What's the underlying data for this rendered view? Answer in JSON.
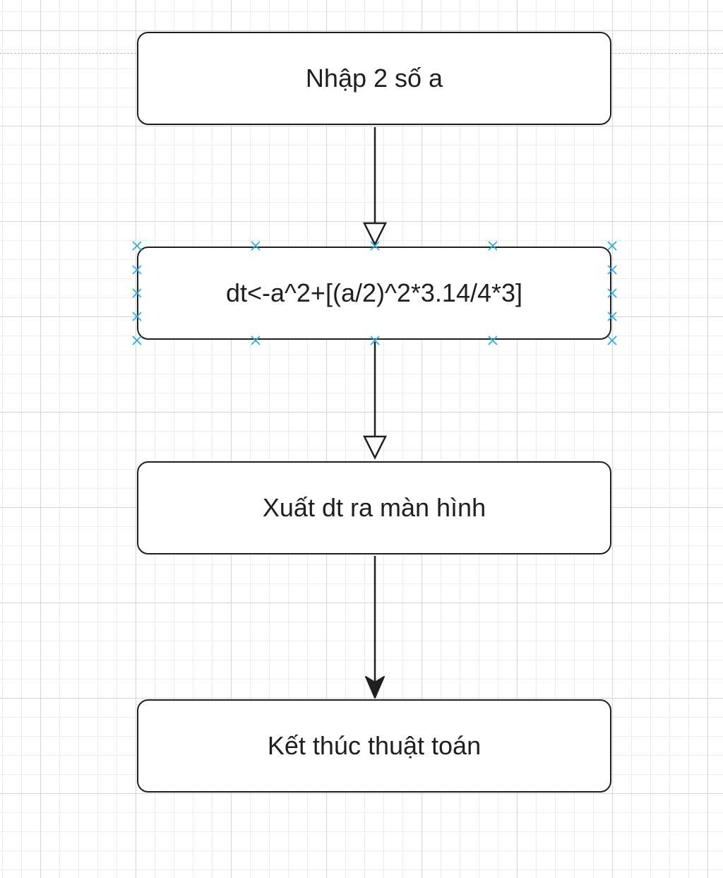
{
  "flowchart": {
    "nodes": [
      {
        "id": "input",
        "label": "Nhập 2 số a"
      },
      {
        "id": "compute",
        "label": "dt<-a^2+[(a/2)^2*3.14/4*3]",
        "selected": true
      },
      {
        "id": "output",
        "label": "Xuất dt ra màn hình"
      },
      {
        "id": "end",
        "label": "Kết thúc thuật toán"
      }
    ],
    "edges": [
      {
        "from": "input",
        "to": "compute",
        "arrowhead": "open-triangle"
      },
      {
        "from": "compute",
        "to": "output",
        "arrowhead": "open-triangle"
      },
      {
        "from": "output",
        "to": "end",
        "arrowhead": "filled-classic"
      }
    ]
  },
  "colors": {
    "stroke": "#1f1f1f",
    "selection_handle": "#29a8e0",
    "grid_minor": "#ececec",
    "grid_major": "#d4d4d4"
  }
}
